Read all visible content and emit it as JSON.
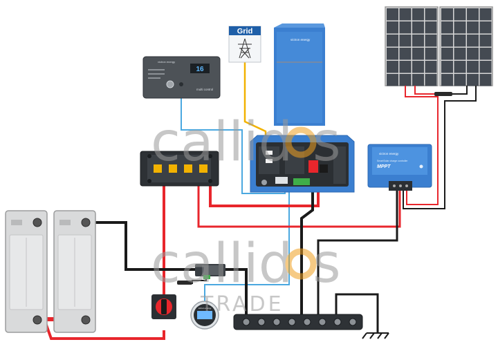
{
  "grid": {
    "label": "Grid"
  },
  "panel": {
    "brand": "victron energy",
    "display": "16",
    "model": "multi control"
  },
  "inverter": {
    "brand": "victron energy"
  },
  "mppt": {
    "brand": "victron energy",
    "subtitle": "SmartSolar charge controller",
    "label": "MPPT"
  },
  "monitor": {
    "brand": "victron energy"
  },
  "watermark": {
    "main_a": "callid",
    "main_b": "s",
    "sub": "TRADE"
  },
  "colors": {
    "dc_positive": "#e8262c",
    "dc_negative": "#1a1a1a",
    "ac_line": "#f2b200",
    "comm_line": "#4aa8e0",
    "victron_blue": "#3b7fd0",
    "battery_gray": "#d9dadb",
    "solar_cell": "#444a52",
    "busbar": "#2e3236",
    "watermark_gray": "#9a9a9a",
    "watermark_orange": "#f0a020"
  }
}
